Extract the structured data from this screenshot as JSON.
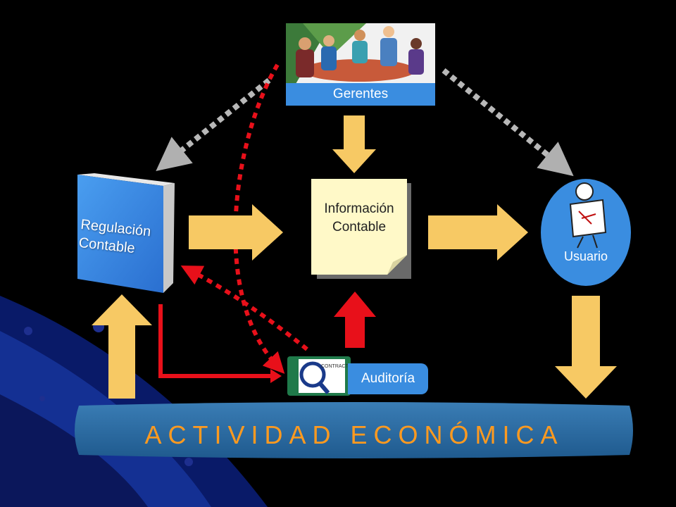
{
  "nodes": {
    "gerentes": "Gerentes",
    "informacion": [
      "Información",
      "Contable"
    ],
    "regulacion": [
      "Regulación",
      "Contable"
    ],
    "usuario": "Usuario",
    "auditoria": "Auditoría",
    "auditoria_doc_text": "CONTRACT"
  },
  "banner": "ACTIVIDAD ECONÓMICA",
  "colors": {
    "background": "#000000",
    "label_blue": "#3a8de0",
    "arrow_yellow": "#f7c964",
    "arrow_red": "#e8101a",
    "dotted_gray": "#c8c8c8",
    "banner_text": "#ff9a1f",
    "banner_fill": "#2a6aa0",
    "note_yellow": "#fff9c8"
  },
  "icons": {
    "gerentes_image": "meeting-people-icon",
    "usuario_image": "person-reading-icon",
    "auditoria_image": "magnifier-contract-icon"
  }
}
